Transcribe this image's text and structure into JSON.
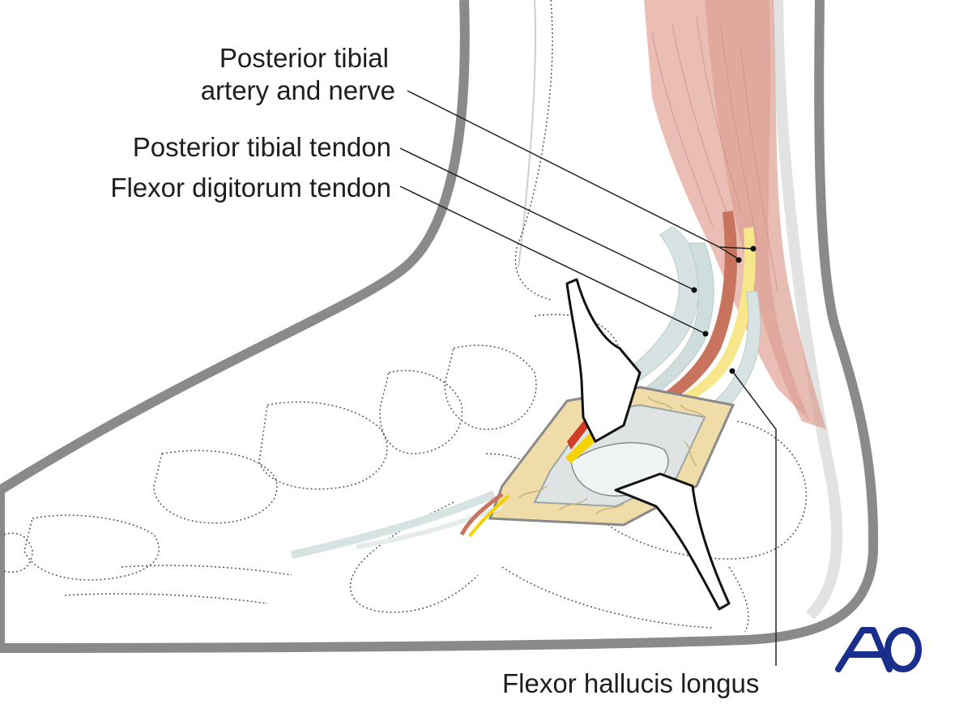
{
  "labels": {
    "tibial_artery_line1": "Posterior tibial",
    "tibial_artery_line2": "artery and nerve",
    "tibial_tendon": "Posterior tibial tendon",
    "flexor_digitorum": "Flexor digitorum tendon",
    "flexor_hallucis": "Flexor hallucis longus"
  },
  "logo": {
    "text": "AO",
    "color": "#1a2e8c"
  },
  "colors": {
    "outline": "#8a8a8a",
    "muscle": "#e8b3a8",
    "muscle_dark": "#c98a7c",
    "artery": "#d13c2a",
    "nerve": "#f4d100",
    "nerve_light": "#f7e68a",
    "tendon": "#d6e3e2",
    "fat": "#efdca8",
    "leader": "#222222"
  }
}
